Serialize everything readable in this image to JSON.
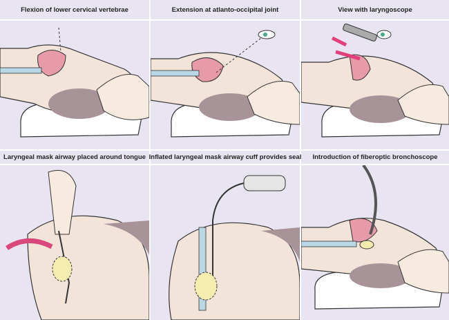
{
  "panels": [
    {
      "caption": "Flexion of lower cervical vertebrae"
    },
    {
      "caption": "Extension at atlanto-occipital joint"
    },
    {
      "caption": "View with laryngoscope"
    },
    {
      "caption": "Laryngeal mask airway placed around tongue"
    },
    {
      "caption": "Inflated laryngeal mask airway cuff provides seal"
    },
    {
      "caption": "Introduction of fiberoptic bronchoscope"
    }
  ],
  "colors": {
    "background": "#e9e4f2",
    "skin": "#f3e4da",
    "hair": "#a89498",
    "airway": "#e79aa8",
    "tube": "#b9d7e4",
    "pillow": "#ffffff"
  }
}
